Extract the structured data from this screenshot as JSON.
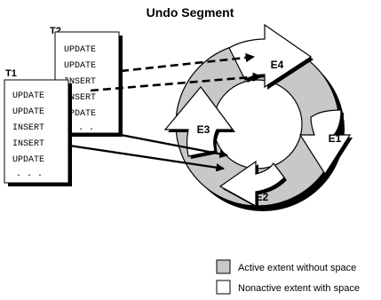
{
  "title": "Undo Segment",
  "transactions": {
    "t1": {
      "label": "T1",
      "lines": [
        "UPDATE",
        "UPDATE",
        "INSERT",
        "INSERT",
        "UPDATE",
        ". . ."
      ]
    },
    "t2": {
      "label": "T2",
      "lines": [
        "UPDATE",
        "UPDATE",
        "INSERT",
        "INSERT",
        "UPDATE",
        ". . ."
      ]
    }
  },
  "extents": {
    "e1": "E1",
    "e2": "E2",
    "e3": "E3",
    "e4": "E4"
  },
  "legend": {
    "active": "Active extent without space",
    "nonactive": "Nonactive extent with space"
  },
  "colors": {
    "active_fill": "#c8c8c8",
    "nonactive_fill": "#ffffff",
    "stroke": "#000000"
  }
}
